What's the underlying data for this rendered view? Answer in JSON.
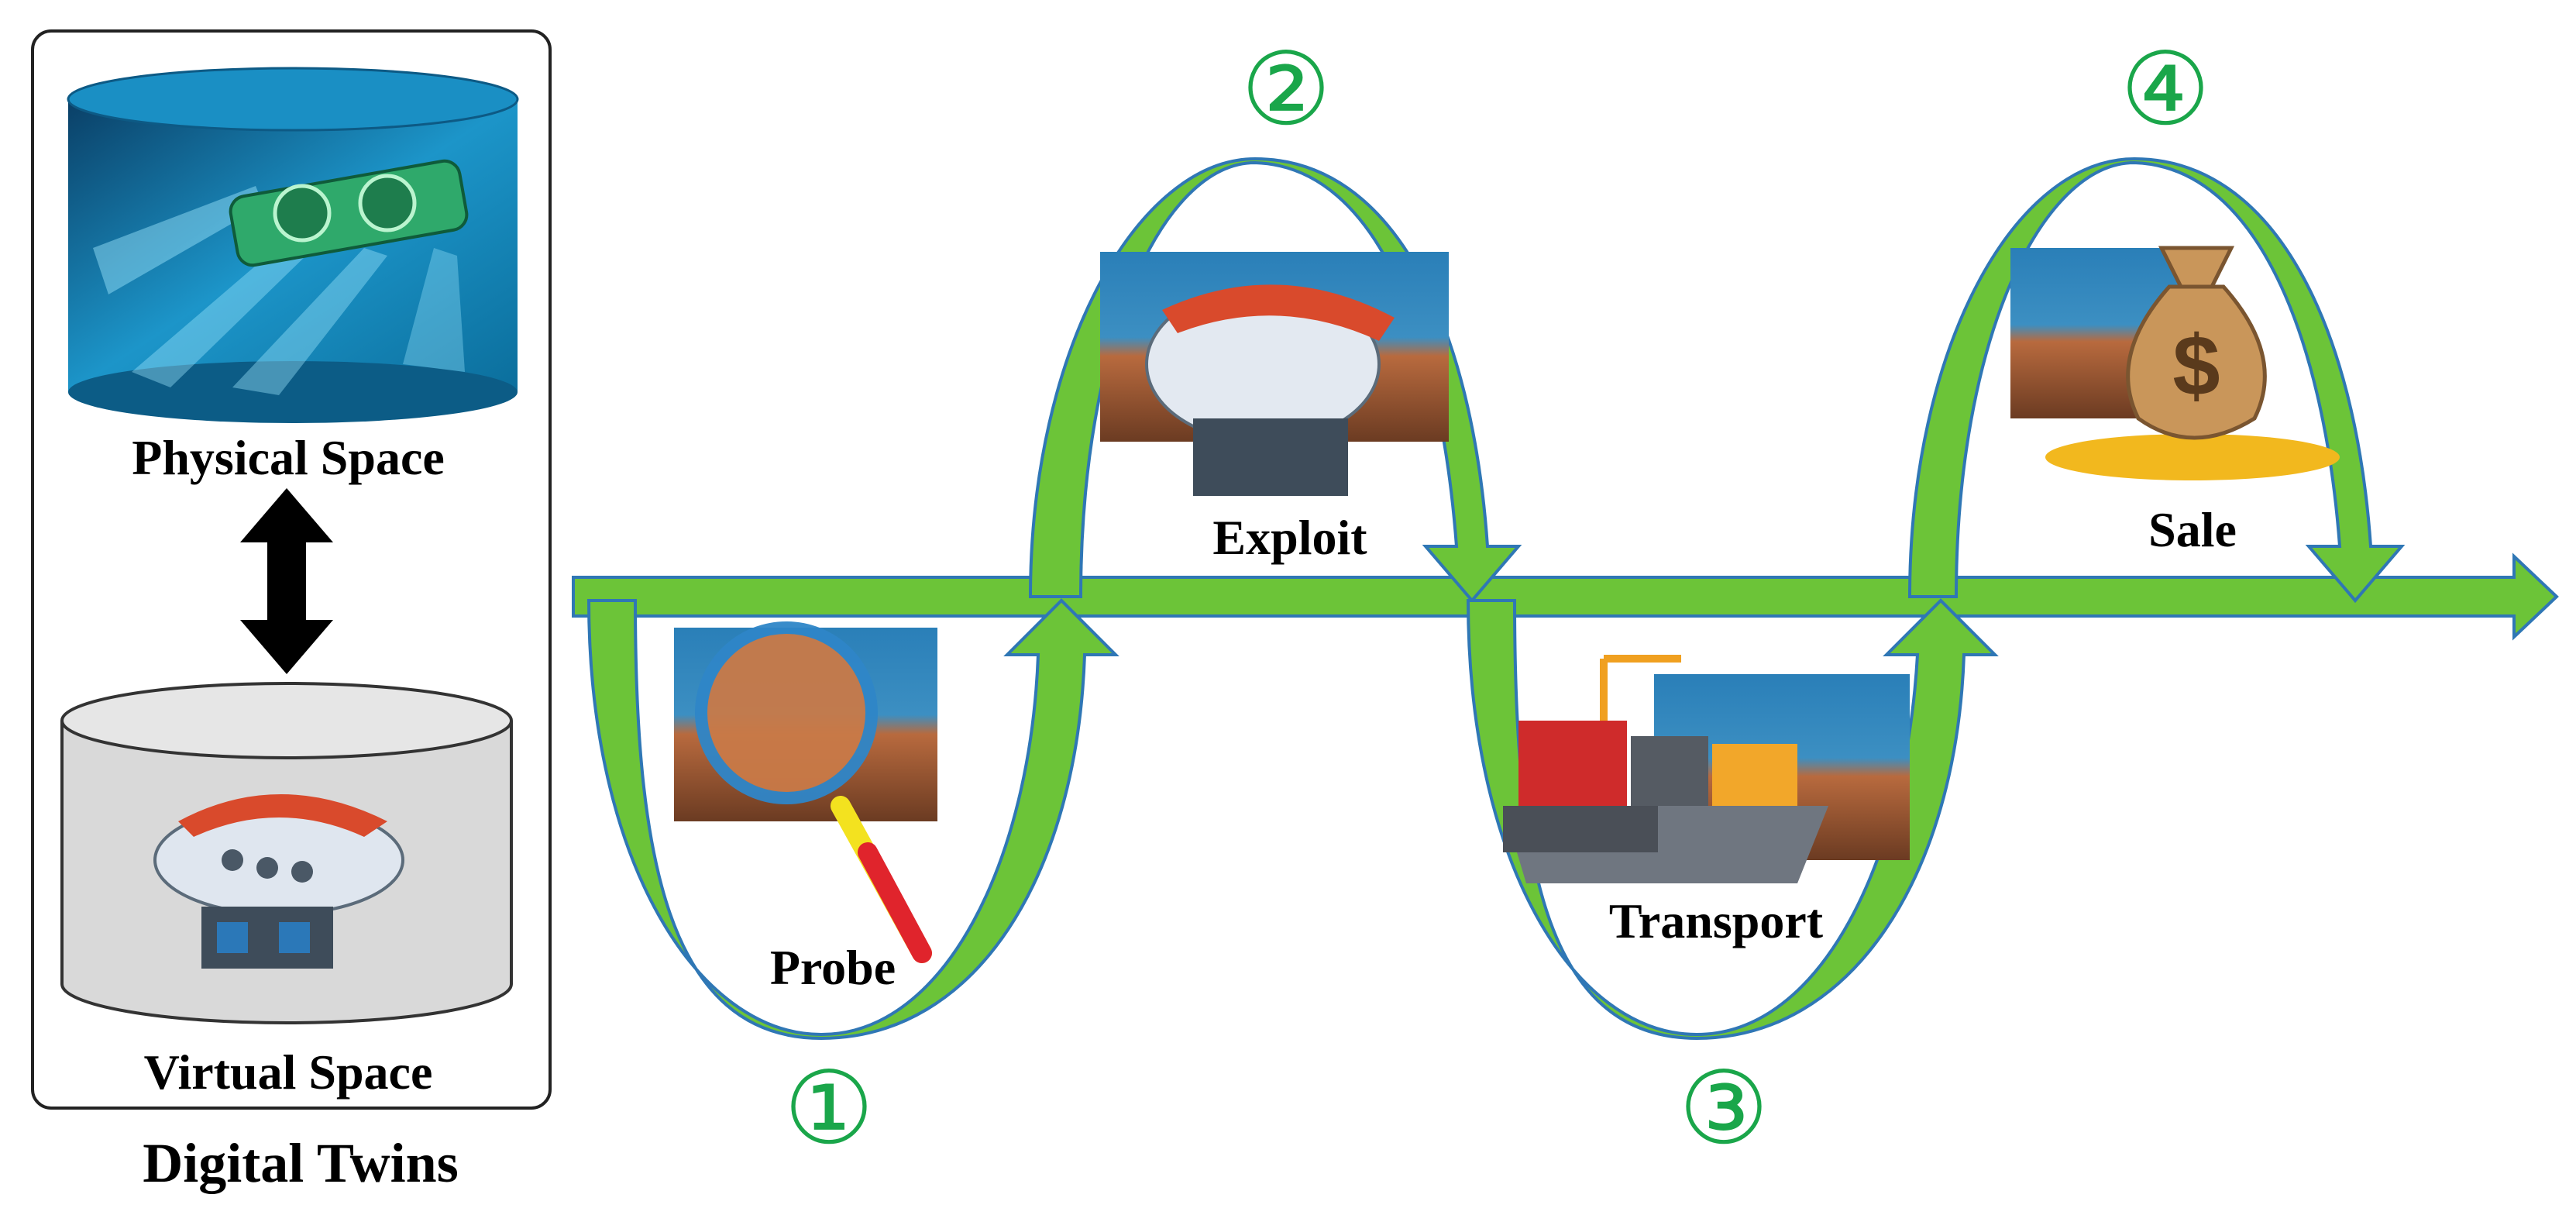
{
  "left_panel": {
    "physical_label": "Physical Space",
    "virtual_label": "Virtual Space",
    "caption": "Digital Twins"
  },
  "stages": [
    {
      "number": "①",
      "label": "Probe"
    },
    {
      "number": "②",
      "label": "Exploit"
    },
    {
      "number": "③",
      "label": "Transport"
    },
    {
      "number": "④",
      "label": "Sale"
    }
  ],
  "colors": {
    "arrow_fill": "#6cc438",
    "arrow_stroke": "#2f77b5",
    "number_color": "#1aa64a",
    "ocean_blue": "#1c95c9",
    "coral": "#c86b3a",
    "sub_red": "#d94a2c",
    "gold": "#f2b81e"
  },
  "icons": {
    "physical": "underwater-rov-photo-icon",
    "virtual": "submersible-model-icon",
    "probe": "magnifier-coral-icon",
    "exploit": "submersible-coral-icon",
    "transport": "cargo-ship-icon",
    "sale": "money-bag-icon"
  }
}
